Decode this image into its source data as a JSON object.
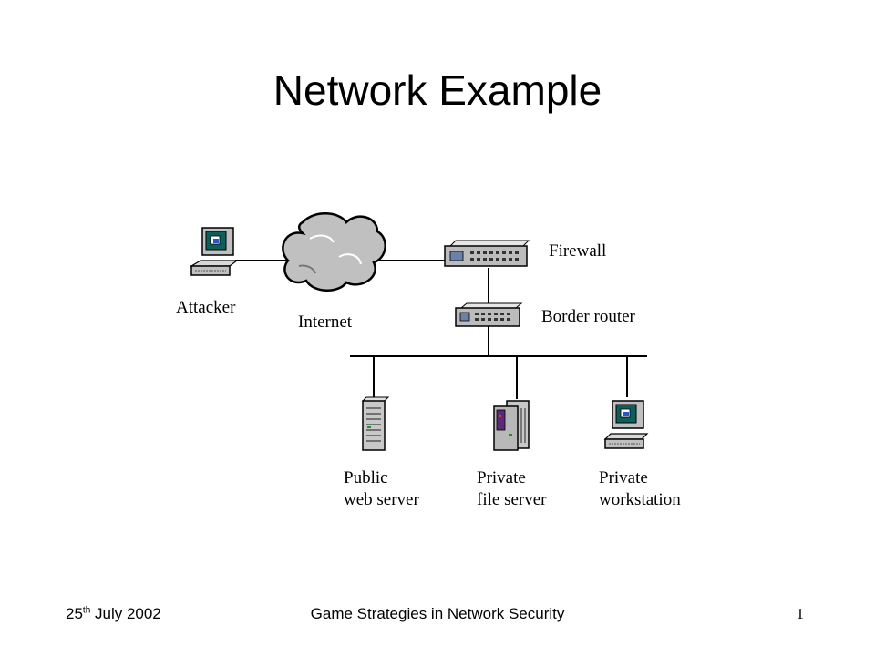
{
  "slide": {
    "title": "Network Example"
  },
  "nodes": {
    "attacker": "Attacker",
    "internet": "Internet",
    "firewall": "Firewall",
    "border_router": "Border router",
    "public_web_server": [
      "Public",
      "web server"
    ],
    "private_file_server": [
      "Private",
      "file server"
    ],
    "private_workstation": [
      "Private",
      "workstation"
    ]
  },
  "footer": {
    "date_day": "25",
    "date_suffix": "th",
    "date_rest": " July 2002",
    "center_text": "Game Strategies in Network Security",
    "page_number": "1"
  }
}
